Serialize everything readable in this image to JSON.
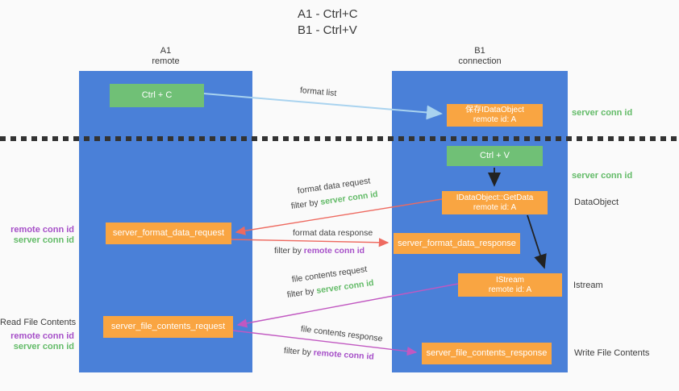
{
  "title": {
    "line1": "A1 - Ctrl+C",
    "line2": "B1 - Ctrl+V"
  },
  "columns": {
    "a1": {
      "name": "A1",
      "subtitle": "remote"
    },
    "b1": {
      "name": "B1",
      "subtitle": "connection"
    }
  },
  "nodes": {
    "ctrl_c": {
      "label": "Ctrl + C"
    },
    "save_idataobject": {
      "line1": "保存IDataObject",
      "line2": "remote id: A"
    },
    "ctrl_v": {
      "label": "Ctrl + V"
    },
    "getdata": {
      "line1": "IDataObject::GetData",
      "line2": "remote id: A"
    },
    "format_request": {
      "label": "server_format_data_request"
    },
    "format_response": {
      "label": "server_format_data_response"
    },
    "istream": {
      "line1": "IStream",
      "line2": "remote id: A"
    },
    "file_request": {
      "label": "server_file_contents_request"
    },
    "file_response": {
      "label": "server_file_contents_response"
    }
  },
  "arrow_labels": {
    "format_list": "format list",
    "format_data_request": "format data request",
    "format_data_response": "format data response",
    "file_contents_request": "file contents request",
    "file_contents_response": "file contents response",
    "filter_by": "filter by ",
    "server_conn_id": "server conn id",
    "remote_conn_id": "remote conn id"
  },
  "side_labels": {
    "right_server_conn_top": "server conn id",
    "right_server_conn_mid": "server conn id",
    "dataobject": "DataObject",
    "istream": "Istream",
    "write_file_contents": "Write File Contents",
    "left_remote_conn_mid": "remote conn id",
    "left_server_conn_mid": "server conn id",
    "read_file_contents": "Read File Contents",
    "left_remote_conn_bottom": "remote conn id",
    "left_server_conn_bottom": "server conn id"
  },
  "colors": {
    "column_blue": "#4a80d8",
    "box_green": "#70c076",
    "box_orange": "#f9a542",
    "arrow_light_blue": "#a9d3ef",
    "arrow_red": "#ee6a60",
    "arrow_magenta": "#c158c1",
    "arrow_black": "#222222",
    "label_green": "#63bb68",
    "label_purple": "#a64fc8"
  }
}
